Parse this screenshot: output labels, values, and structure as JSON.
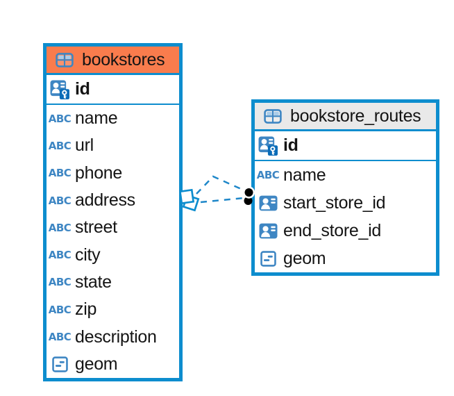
{
  "labels": {
    "text_type": "ABC"
  },
  "colors": {
    "table_border": "#0D8DCE",
    "bookstores_header": "#F97C4D",
    "bookstore_routes_header": "#E9E9E9",
    "icon_blue": "#3E86C3",
    "key_overlay_blue": "#0A6CB8",
    "relationship_line": "#1E87C9",
    "text": "#141414",
    "background": "#FFFFFF"
  },
  "tables": [
    {
      "name": "bookstores",
      "header_style": "orange",
      "primary_key": {
        "name": "id",
        "icon": "primary-key"
      },
      "columns": [
        {
          "name": "name",
          "icon": "text"
        },
        {
          "name": "url",
          "icon": "text"
        },
        {
          "name": "phone",
          "icon": "text"
        },
        {
          "name": "address",
          "icon": "text"
        },
        {
          "name": "street",
          "icon": "text"
        },
        {
          "name": "city",
          "icon": "text"
        },
        {
          "name": "state",
          "icon": "text"
        },
        {
          "name": "zip",
          "icon": "text"
        },
        {
          "name": "description",
          "icon": "text"
        },
        {
          "name": "geom",
          "icon": "geometry"
        }
      ]
    },
    {
      "name": "bookstore_routes",
      "header_style": "gray",
      "primary_key": {
        "name": "id",
        "icon": "primary-key"
      },
      "columns": [
        {
          "name": "name",
          "icon": "text"
        },
        {
          "name": "start_store_id",
          "icon": "foreign-key"
        },
        {
          "name": "end_store_id",
          "icon": "foreign-key"
        },
        {
          "name": "geom",
          "icon": "geometry"
        }
      ]
    }
  ],
  "relationships": {
    "source_table": "bookstores",
    "target_table": "bookstore_routes",
    "line_count": 2,
    "style": "dashed"
  }
}
